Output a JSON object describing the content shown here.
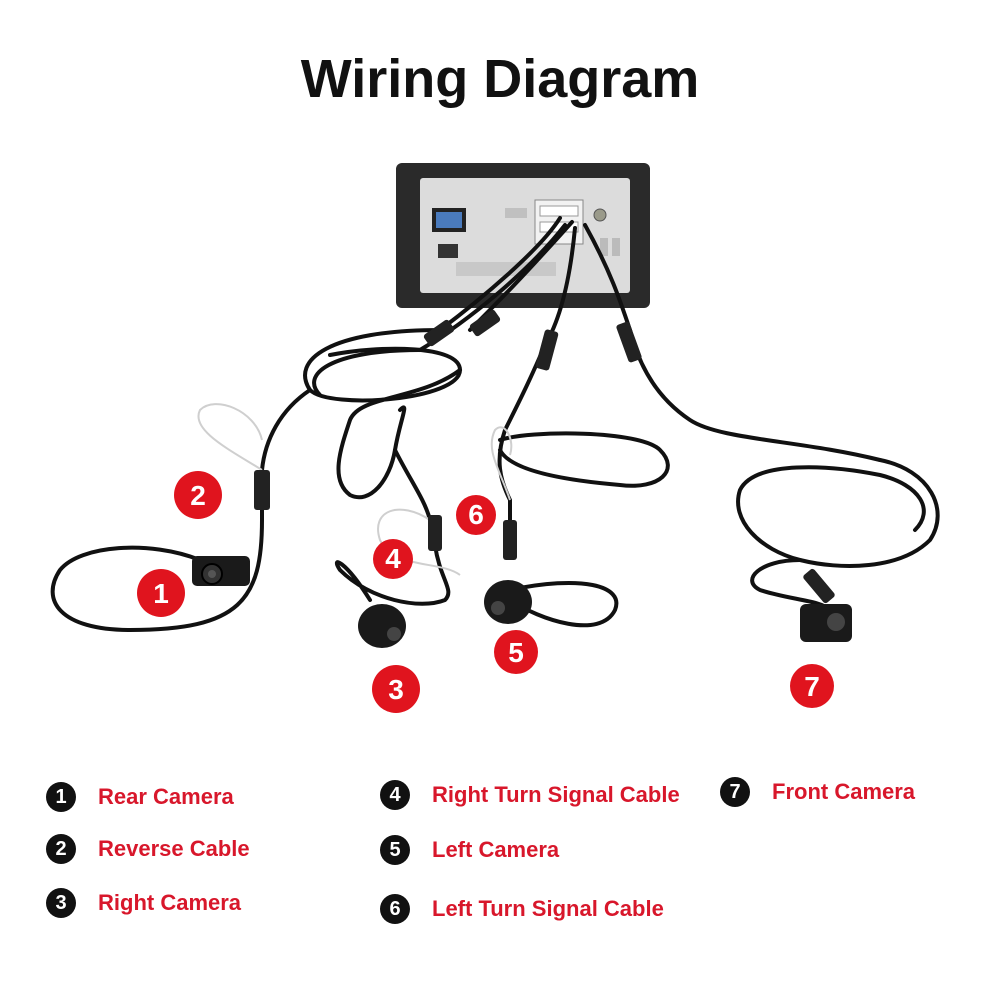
{
  "title": "Wiring Diagram",
  "colors": {
    "badge_red": "#e0141e",
    "label_red": "#d8172b",
    "cable": "#111111",
    "head_unit": "#2a2a2a"
  },
  "badges": [
    "1",
    "2",
    "3",
    "4",
    "5",
    "6",
    "7"
  ],
  "legend": [
    {
      "num": "1",
      "label": "Rear Camera"
    },
    {
      "num": "2",
      "label": "Reverse Cable"
    },
    {
      "num": "3",
      "label": "Right Camera"
    },
    {
      "num": "4",
      "label": "Right Turn Signal Cable"
    },
    {
      "num": "5",
      "label": "Left Camera"
    },
    {
      "num": "6",
      "label": "Left Turn Signal Cable"
    },
    {
      "num": "7",
      "label": "Front Camera"
    }
  ]
}
